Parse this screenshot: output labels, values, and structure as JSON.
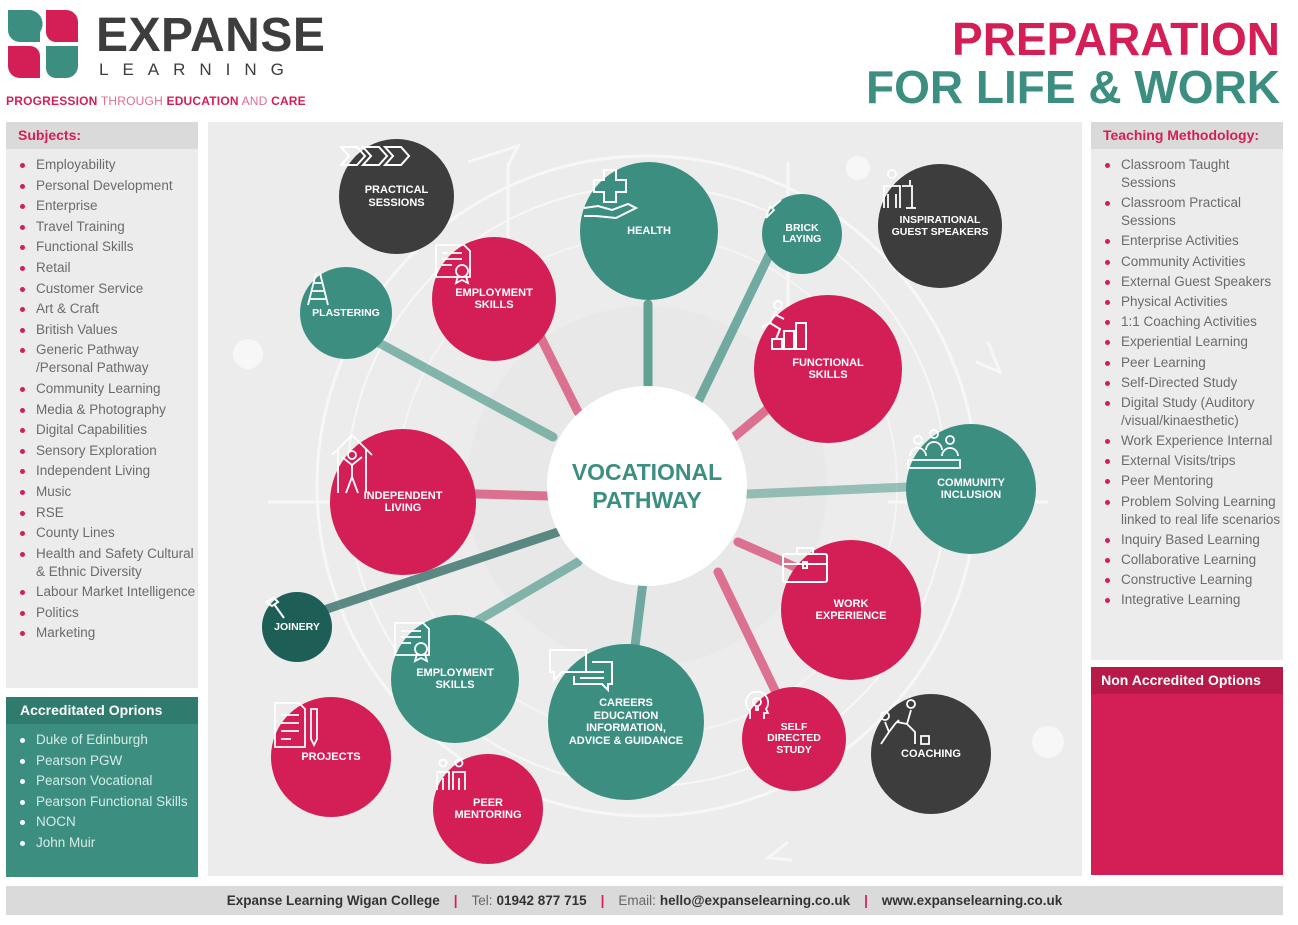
{
  "header": {
    "brand_name": "EXPANSE",
    "brand_sub": "LEARNING",
    "tagline": {
      "part1": "PROGRESSION",
      "part2": " THROUGH ",
      "part3": "EDUCATION",
      "part4": " AND ",
      "part5": "CARE"
    },
    "title_line1": "PREPARATION",
    "title_line2": "FOR LIFE & WORK"
  },
  "colors": {
    "brand_pink": "#d31f55",
    "brand_teal": "#3c8f80",
    "dark_grey": "#3d3d3d",
    "panel_grey": "#ececec"
  },
  "subjects": {
    "heading": "Subjects:",
    "items": [
      "Employability",
      "Personal Development",
      "Enterprise",
      "Travel Training",
      "Functional Skills",
      "Retail",
      "Customer Service",
      "Art & Craft",
      "British Values",
      "Generic Pathway /Personal Pathway",
      "Community Learning",
      "Media & Photography",
      "Digital Capabilities",
      "Sensory Exploration",
      "Independent Living",
      "Music",
      "RSE",
      "County Lines",
      "Health and Safety Cultural & Ethnic Diversity",
      "Labour Market Intelligence",
      "Politics",
      "Marketing"
    ]
  },
  "accredited": {
    "heading": "Accreditated Oprions",
    "items": [
      "Duke of Edinburgh",
      "Pearson PGW",
      "Pearson Vocational",
      "Pearson Functional Skills",
      "NOCN",
      "John Muir"
    ]
  },
  "methodology": {
    "heading": "Teaching Methodology:",
    "items": [
      "Classroom Taught Sessions",
      "Classroom Practical Sessions",
      "Enterprise Activities",
      "Community Activities",
      "External Guest Speakers",
      "Physical Activities",
      "1:1 Coaching Activities",
      "Experiential Learning",
      "Peer Learning",
      "Self-Directed Study",
      "Digital Study (Auditory /visual/kinaesthetic)",
      "Work Experience Internal",
      "External Visits/trips",
      "Peer Mentoring",
      "Problem Solving Learning linked to real life scenarios",
      "Inquiry Based Learning",
      "Collaborative Learning",
      "Constructive Learning",
      "Integrative Learning"
    ]
  },
  "non_accredited": {
    "heading": "Non Accredited Options"
  },
  "hub": {
    "line1": "VOCATIONAL",
    "line2": "PATHWAY"
  },
  "nodes": {
    "practical": {
      "l1": "PRACTICAL",
      "l2": "SESSIONS",
      "icon": "chevrons-icon"
    },
    "health": {
      "l1": "HEALTH",
      "icon": "cross-in-hand-icon"
    },
    "brick": {
      "l1": "BRICK",
      "l2": "LAYING",
      "icon": "trowel-icon"
    },
    "guest": {
      "l1": "INSPIRATIONAL",
      "l2": "GUEST SPEAKERS",
      "icon": "speaker-at-lectern-icon"
    },
    "employment1": {
      "l1": "EMPLOYMENT",
      "l2": "SKILLS",
      "icon": "certificate-icon"
    },
    "plastering": {
      "l1": "PLASTERING",
      "icon": "ladder-icon"
    },
    "functional": {
      "l1": "FUNCTIONAL",
      "l2": "SKILLS",
      "icon": "climbing-steps-icon"
    },
    "community": {
      "l1": "COMMUNITY",
      "l2": "INCLUSION",
      "icon": "group-meeting-icon"
    },
    "independent": {
      "l1": "INDEPENDENT",
      "l2": "LIVING",
      "icon": "person-in-house-icon"
    },
    "work": {
      "l1": "WORK",
      "l2": "EXPERIENCE",
      "icon": "briefcase-icon"
    },
    "joinery": {
      "l1": "JOINERY",
      "icon": "hammer-icon"
    },
    "employment2": {
      "l1": "EMPLOYMENT",
      "l2": "SKILLS",
      "icon": "certificate-icon"
    },
    "careers": {
      "l1": "CAREERS",
      "l2": "EDUCATION",
      "l3": "INFORMATION,",
      "l4": "ADVICE & GUIDANCE",
      "icon": "speech-bubbles-icon"
    },
    "self": {
      "l1": "SELF",
      "l2": "DIRECTED",
      "l3": "STUDY",
      "icon": "head-lightbulb-icon"
    },
    "coaching": {
      "l1": "COACHING",
      "icon": "helping-hand-icon"
    },
    "projects": {
      "l1": "PROJECTS",
      "icon": "document-pen-icon"
    },
    "peer": {
      "l1": "PEER",
      "l2": "MENTORING",
      "icon": "two-people-icon"
    }
  },
  "footer": {
    "college": "Expanse Learning Wigan College",
    "sep": "|",
    "tel_label": "Tel:",
    "tel": "01942 877 715",
    "email_label": "Email:",
    "email": "hello@expanselearning.co.uk",
    "website": "www.expanselearning.co.uk"
  }
}
